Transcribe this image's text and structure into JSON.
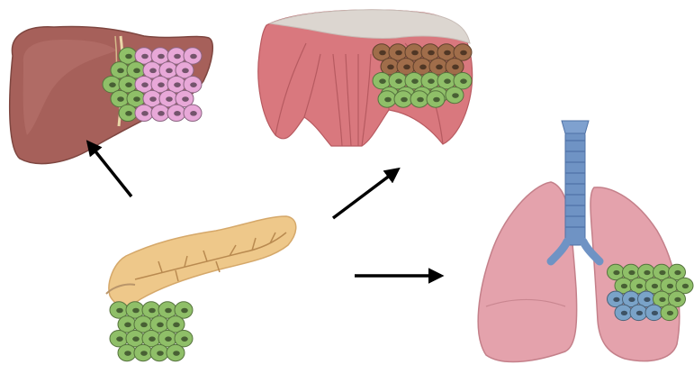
{
  "diagram": {
    "organs": [
      {
        "name": "liver",
        "cluster_colors": [
          "#8fbf68",
          "#e8a8d8"
        ]
      },
      {
        "name": "diaphragm",
        "cluster_colors": [
          "#8fbf68",
          "#a06d4a"
        ]
      },
      {
        "name": "lungs",
        "cluster_colors": [
          "#8fbf68",
          "#7aa3c8"
        ]
      },
      {
        "name": "pancreas",
        "cluster_colors": [
          "#8fbf68"
        ]
      }
    ],
    "arrows": [
      {
        "from": "pancreas",
        "to": "liver"
      },
      {
        "from": "pancreas",
        "to": "diaphragm"
      },
      {
        "from": "pancreas",
        "to": "lungs"
      }
    ],
    "colors": {
      "liver": "#a6605a",
      "diaphragm": "#d9787e",
      "lung": "#e4a2ac",
      "trachea": "#6f93c4",
      "pancreas": "#eec88a",
      "primary_cell": "#8fbf68",
      "liver_met_cell": "#e8a8d8",
      "diaphragm_met_cell": "#a06d4a",
      "lung_met_cell": "#7aa3c8",
      "arrow": "#000000"
    }
  }
}
